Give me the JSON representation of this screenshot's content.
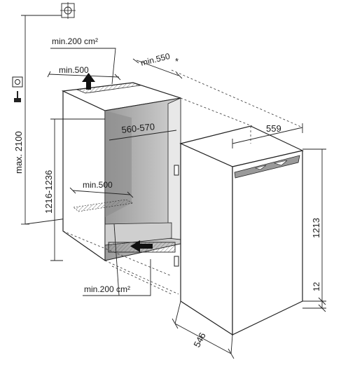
{
  "labels": {
    "vent_top_area": "min.200 cm²",
    "vent_top_depth": "min.500",
    "depth_gap": "min.550",
    "depth_gap_note": "*",
    "max_height": "max. 2100",
    "niche_width": "560-570",
    "niche_height": "1216-1236",
    "vent_bottom_depth": "min.500",
    "vent_bottom_area": "min.200 cm²",
    "appliance_width": "559",
    "appliance_height": "1213",
    "plinth_height": "12",
    "appliance_depth": "546"
  },
  "icons": {
    "top": "crosshair-circle-icon",
    "side": "power-plug-icon"
  }
}
